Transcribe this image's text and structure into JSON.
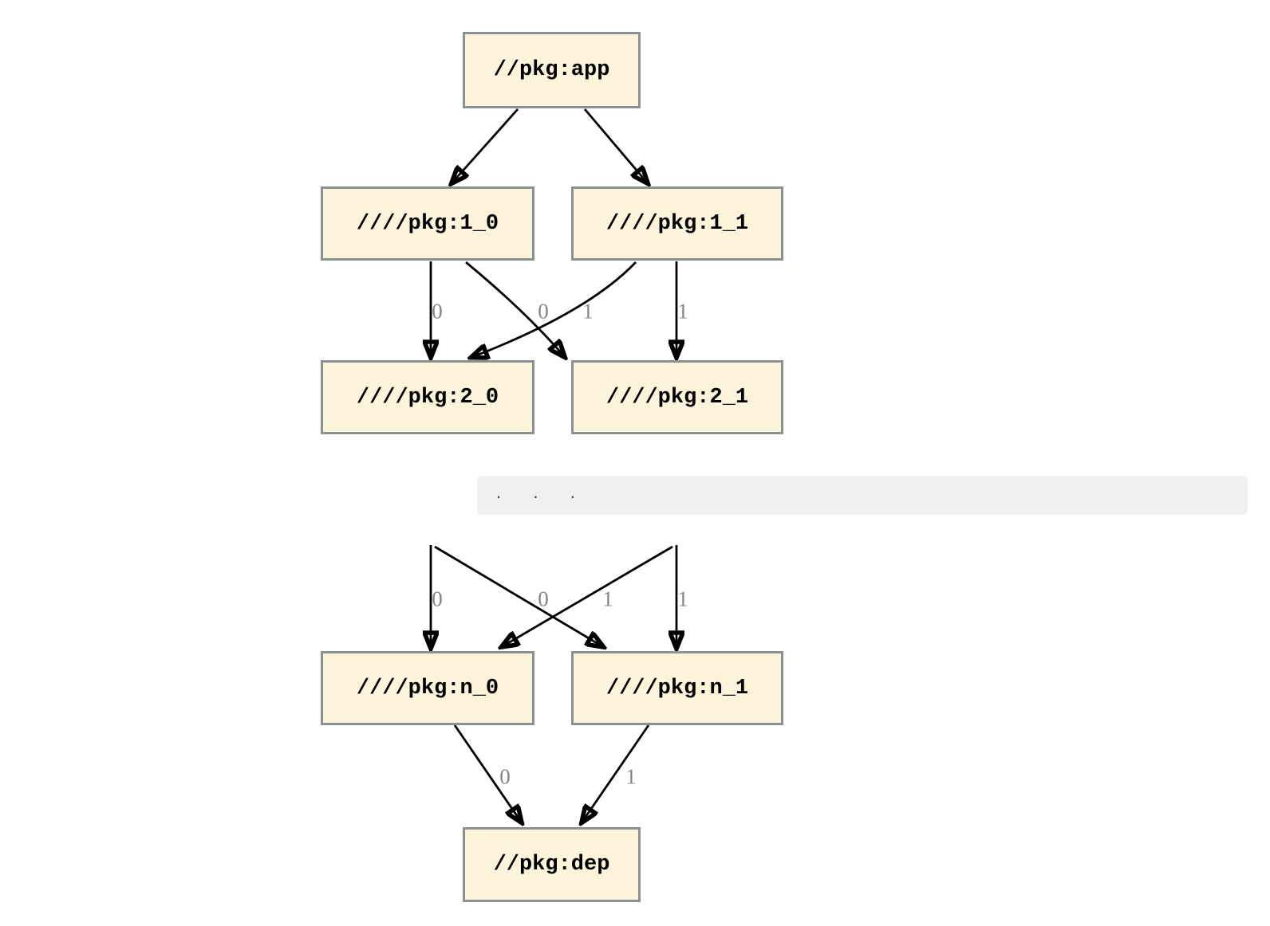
{
  "diagram": {
    "type": "dependency-graph",
    "colors": {
      "background": "#FFFFFF",
      "node_fill": "#FCF4DA",
      "node_border": "#8A9192",
      "edge": "#000000",
      "edge_label": "#848484",
      "code_block_bg": "#F0F0F0"
    },
    "nodes": {
      "app": {
        "label": "//pkg:app"
      },
      "p1_0": {
        "label": "////pkg:1_0"
      },
      "p1_1": {
        "label": "////pkg:1_1"
      },
      "p2_0": {
        "label": "////pkg:2_0"
      },
      "p2_1": {
        "label": "////pkg:2_1"
      },
      "pn_0": {
        "label": "////pkg:n_0"
      },
      "pn_1": {
        "label": "////pkg:n_1"
      },
      "dep": {
        "label": "//pkg:dep"
      }
    },
    "edge_labels": {
      "upper": [
        "0",
        "0",
        "1",
        "1"
      ],
      "middle": [
        "0",
        "0",
        "1",
        "1"
      ],
      "bottom": [
        "0",
        "1"
      ]
    },
    "ellipsis": {
      "text": ". . ."
    }
  }
}
